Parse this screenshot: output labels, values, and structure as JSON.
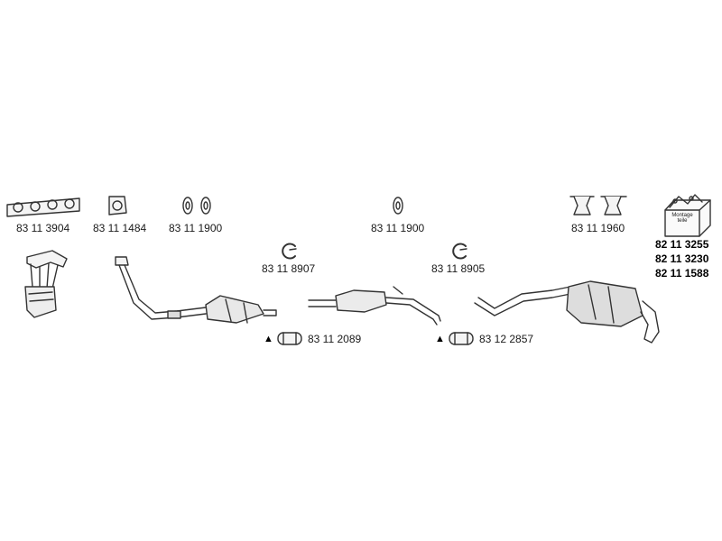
{
  "parts": {
    "gasket_4port": "83 11 3904",
    "gasket_square": "83 11 1484",
    "gasket_ring_left": "83 11 1900",
    "gasket_ring_center": "83 11 1900",
    "hanger_pair": "83 11 1960",
    "clamp_ring_left": "83 11 8907",
    "clamp_ring_right": "83 11 8905",
    "clamp_left": "83 11 2089",
    "clamp_right": "83 12 2857",
    "kit_1": "82 11 3255",
    "kit_2": "82 11 3230",
    "kit_3": "82 11 1588"
  },
  "kit_box_label": "Montage teile",
  "warning_symbol": "▲"
}
